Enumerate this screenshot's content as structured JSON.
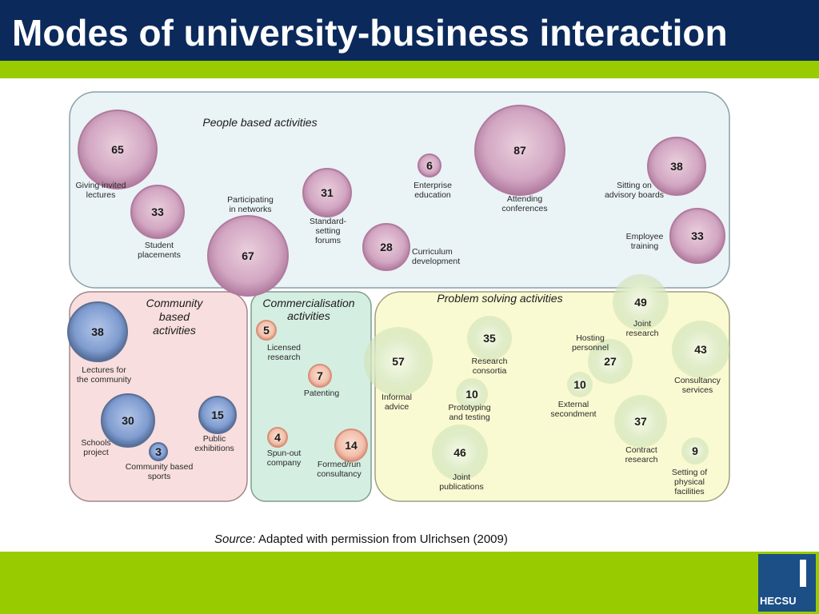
{
  "slide": {
    "title": "Modes of university-business interaction",
    "source_label": "Source:",
    "source_text": "Adapted with permission from Ulrichsen (2009)",
    "logo_text": "HECSU"
  },
  "groups": [
    {
      "id": "people",
      "title_lines": [
        "People based activities"
      ],
      "fill": "#eaf3f6",
      "stroke": "#8aa0a8"
    },
    {
      "id": "community",
      "title_lines": [
        "Community",
        "based",
        "activities"
      ],
      "fill": "#f8dede",
      "stroke": "#a08888"
    },
    {
      "id": "commercial",
      "title_lines": [
        "Commercialisation",
        "activities"
      ],
      "fill": "#d5eee2",
      "stroke": "#7f9e8e"
    },
    {
      "id": "problem",
      "title_lines": [
        "Problem solving activities"
      ],
      "fill": "#fafad2",
      "stroke": "#a0a080"
    }
  ],
  "bubbles": [
    {
      "group": "people",
      "value": 65,
      "label": [
        "Giving invited",
        "lectures"
      ]
    },
    {
      "group": "people",
      "value": 33,
      "label": [
        "Student",
        "placements"
      ]
    },
    {
      "group": "people",
      "value": 67,
      "label": [
        "Participating",
        "in networks"
      ]
    },
    {
      "group": "people",
      "value": 31,
      "label": [
        "Standard-",
        "setting",
        "forums"
      ]
    },
    {
      "group": "people",
      "value": 28,
      "label": [
        "Curriculum",
        "development"
      ]
    },
    {
      "group": "people",
      "value": 6,
      "label": [
        "Enterprise",
        "education"
      ]
    },
    {
      "group": "people",
      "value": 87,
      "label": [
        "Attending",
        "conferences"
      ]
    },
    {
      "group": "people",
      "value": 38,
      "label": [
        "Sitting on",
        "advisory boards"
      ]
    },
    {
      "group": "people",
      "value": 33,
      "label": [
        "Employee",
        "training"
      ]
    },
    {
      "group": "community",
      "value": 38,
      "label": [
        "Lectures for",
        "the community"
      ]
    },
    {
      "group": "community",
      "value": 30,
      "label": [
        "Schools",
        "project"
      ]
    },
    {
      "group": "community",
      "value": 15,
      "label": [
        "Public",
        "exhibitions"
      ]
    },
    {
      "group": "community",
      "value": 3,
      "label": [
        "Community based",
        "sports"
      ]
    },
    {
      "group": "commercial",
      "value": 5,
      "label": [
        "Licensed",
        "research"
      ]
    },
    {
      "group": "commercial",
      "value": 7,
      "label": [
        "Patenting"
      ]
    },
    {
      "group": "commercial",
      "value": 4,
      "label": [
        "Spun-out",
        "company"
      ]
    },
    {
      "group": "commercial",
      "value": 14,
      "label": [
        "Formed/run",
        "consultancy"
      ]
    },
    {
      "group": "problem",
      "value": 57,
      "label": [
        "Informal",
        "advice"
      ]
    },
    {
      "group": "problem",
      "value": 35,
      "label": [
        "Research",
        "consortia"
      ]
    },
    {
      "group": "problem",
      "value": 10,
      "label": [
        "Prototyping",
        "and testing"
      ]
    },
    {
      "group": "problem",
      "value": 46,
      "label": [
        "Joint",
        "publications"
      ]
    },
    {
      "group": "problem",
      "value": 49,
      "label": [
        "Joint",
        "research"
      ]
    },
    {
      "group": "problem",
      "value": 27,
      "label": [
        "Hosting",
        "personnel"
      ]
    },
    {
      "group": "problem",
      "value": 10,
      "label": [
        "External",
        "secondment"
      ]
    },
    {
      "group": "problem",
      "value": 43,
      "label": [
        "Consultancy",
        "services"
      ]
    },
    {
      "group": "problem",
      "value": 37,
      "label": [
        "Contract",
        "research"
      ]
    },
    {
      "group": "problem",
      "value": 9,
      "label": [
        "Setting of",
        "physical",
        "facilities"
      ]
    }
  ],
  "colors": {
    "people_bubble": "#cfa3c0",
    "people_bubble_edge": "#b07a9e",
    "community_bubble": "#8aa8d8",
    "community_bubble_edge": "#5a6f95",
    "commercial_bubble": "#f4c4b4",
    "commercial_bubble_edge": "#d8907a",
    "problem_bubble": "#dcebc4",
    "problem_bubble_edge": "#c6dbb0"
  }
}
